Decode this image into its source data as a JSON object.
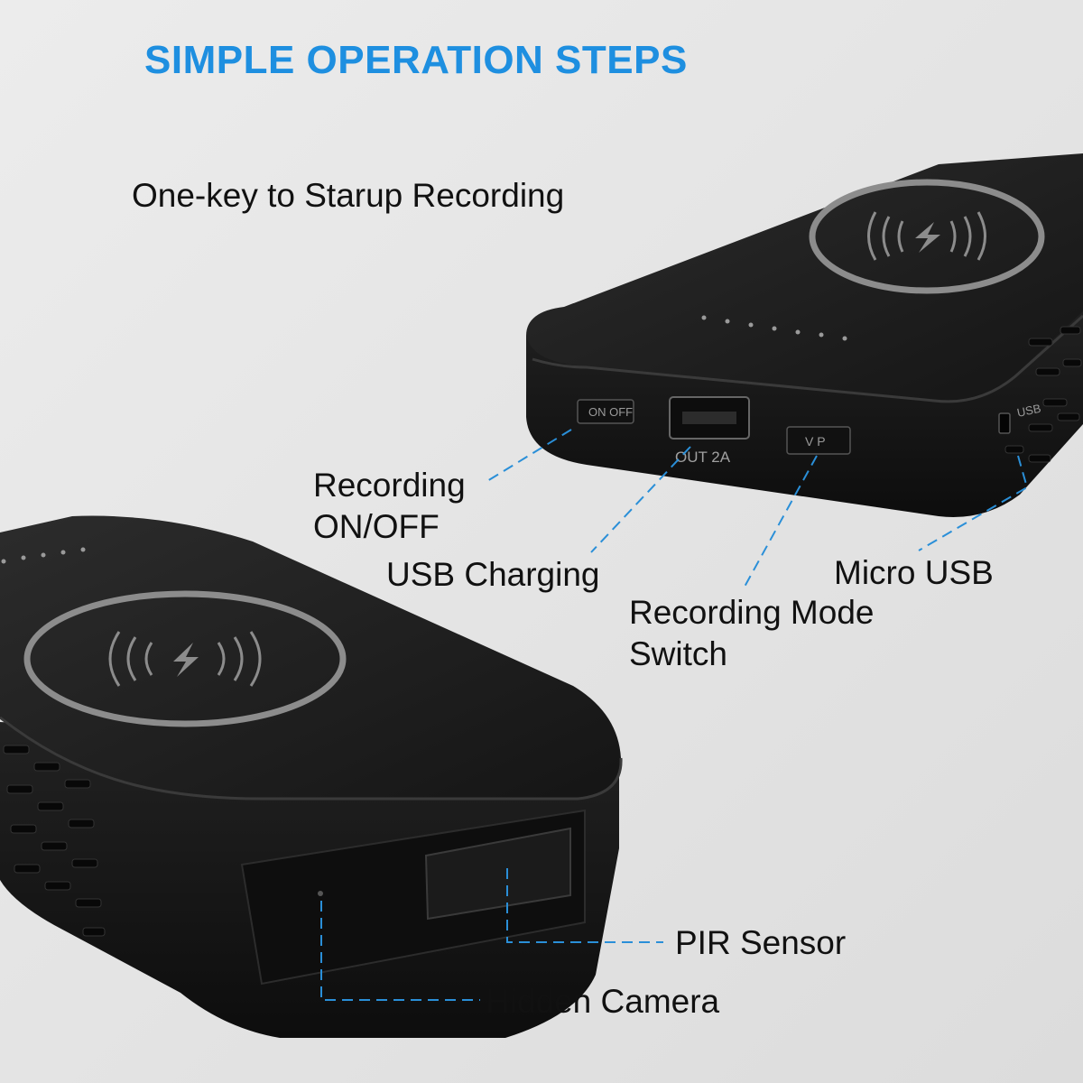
{
  "header": {
    "title": "SIMPLE OPERATION STEPS",
    "subtitle": "One-key to Starup Recording"
  },
  "device_markings": {
    "on_off": "ON OFF",
    "usb_out": "OUT  2A",
    "mode_switch": "V P",
    "usb_side": "USB"
  },
  "callouts": {
    "recording_on_off": [
      "Recording",
      "ON/OFF"
    ],
    "usb_charging": "USB Charging",
    "recording_mode_switch": [
      "Recording Mode",
      "Switch"
    ],
    "micro_usb": "Micro USB",
    "pir_sensor": "PIR Sensor",
    "hidden_camera": "Hidden Camera"
  },
  "colors": {
    "background": "#e6e6e6",
    "title_blue": "#1e8fe0",
    "leader_line_blue": "#2a8fd8",
    "device_body": "#1b1b1b",
    "charging_ring": "#8c8c8c"
  },
  "icons": [
    "wireless-charging-icon",
    "lightning-bolt-icon"
  ]
}
